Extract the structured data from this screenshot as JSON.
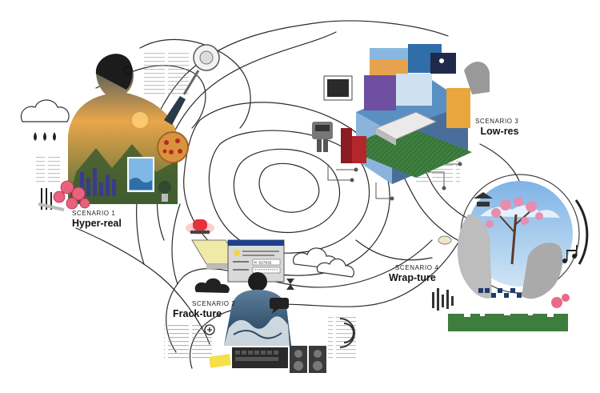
{
  "scenarios": [
    {
      "kicker": "SCENARIO 1",
      "title": "Hyper-real"
    },
    {
      "kicker": "SCENARIO 2",
      "title": "Frack-ture"
    },
    {
      "kicker": "SCENARIO 3",
      "title": "Low-res"
    },
    {
      "kicker": "SCENARIO 4",
      "title": "Wrap-ture"
    }
  ],
  "dialog": {
    "user_field_value": "M 627832",
    "password_field_value": "***********"
  },
  "colors": {
    "line": "#2a2a2a",
    "sky_blue": "#6fa6d8",
    "warm_sky": "#e7a24d",
    "blossom": "#e48fb0",
    "red_sofa": "#b3262c",
    "green_grid": "#3d7d3d",
    "ocean": "#35597a"
  }
}
